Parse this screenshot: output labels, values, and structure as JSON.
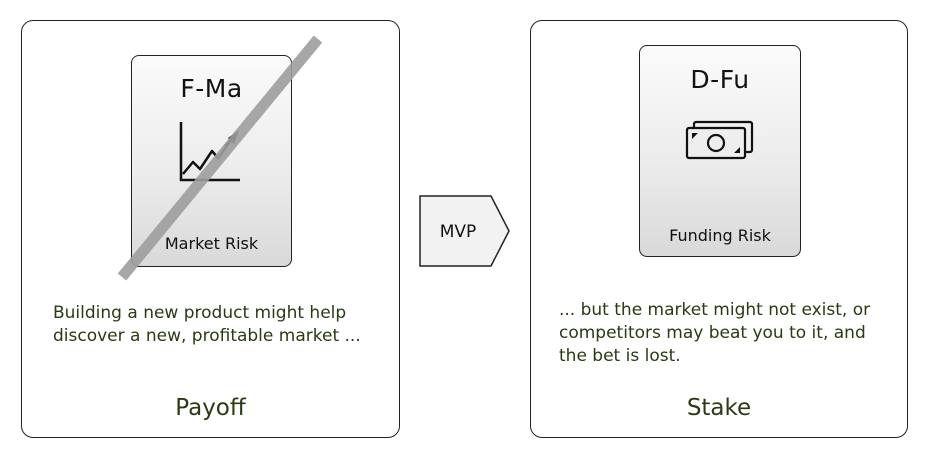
{
  "left_panel": {
    "card_code": "F-Ma",
    "card_risk": "Market Risk",
    "icon": "chart-up-icon",
    "crossed_out": true,
    "description": "Building a new product might help discover a new, profitable market ...",
    "footer": "Payoff"
  },
  "arrow": {
    "label": "MVP"
  },
  "right_panel": {
    "card_code": "D-Fu",
    "card_risk": "Funding Risk",
    "icon": "banknote-icon",
    "description": "... but the market might not exist, or competitors may beat you to it, and the bet is lost.",
    "footer": "Stake"
  },
  "colors": {
    "text_dark": "#111111",
    "text_green": "#2a3a14",
    "strike": "#9e9e9e",
    "card_bg_top": "#fbfbfb",
    "card_bg_bottom": "#d9d9d9"
  }
}
